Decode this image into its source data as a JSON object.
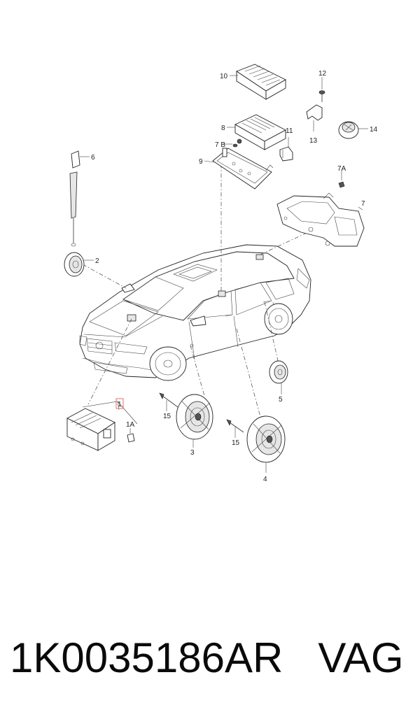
{
  "callouts": {
    "c1": "1",
    "c1a": "1A",
    "c2": "2",
    "c3": "3",
    "c4": "4",
    "c5": "5",
    "c6": "6",
    "c7": "7",
    "c7a": "7A",
    "c7b": "7 B",
    "c8": "8",
    "c9": "9",
    "c10": "10",
    "c11": "11",
    "c12": "12",
    "c13": "13",
    "c14": "14",
    "c15a": "15",
    "c15b": "15"
  },
  "footer": {
    "part_number": "1K0035186AR",
    "brand": "VAG"
  },
  "colors": {
    "highlight": "#e06060",
    "ink": "#222222"
  }
}
